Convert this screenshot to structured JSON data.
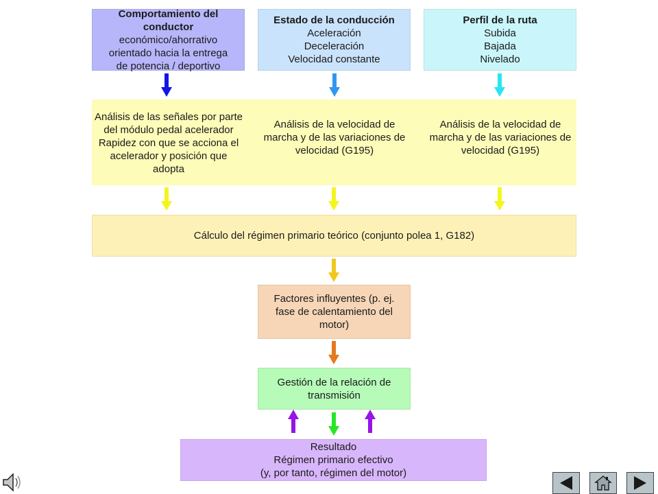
{
  "colors": {
    "driver_box": "#b7b6fb",
    "state_box": "#cae3fc",
    "route_box": "#caf6fb",
    "analysis_box": "#fdfcb8",
    "calc_box": "#fdf1b8",
    "factors_box": "#f6d6b7",
    "gestion_box": "#b6fbb8",
    "result_box": "#d8b6fb",
    "arrow_blue_dark": "#1414e6",
    "arrow_blue": "#3296f0",
    "arrow_cyan": "#28e6f0",
    "arrow_yellow": "#f5f51e",
    "arrow_gold": "#f0c81e",
    "arrow_orange": "#e6781e",
    "arrow_green": "#28e628",
    "arrow_purple": "#9614e6"
  },
  "boxes": {
    "driver": {
      "title": "Comportamiento del conductor",
      "lines": [
        "económico/ahorrativo",
        "orientado hacia la entrega",
        "de potencia / deportivo"
      ]
    },
    "state": {
      "title": "Estado de la conducción",
      "lines": [
        "Aceleración",
        "Deceleración",
        "Velocidad constante"
      ]
    },
    "route": {
      "title": "Perfil de la ruta",
      "lines": [
        "Subida",
        "Bajada",
        "Nivelado"
      ]
    },
    "analysis": {
      "left": "Análisis de las señales por parte del módulo pedal acelerador",
      "left2": "Rapidez con que se acciona el acelerador y posición que adopta",
      "middle": "Análisis de la velocidad de marcha y de las variaciones de velocidad (G195)",
      "right": "Análisis de la velocidad de marcha y de las variaciones de velocidad (G195)"
    },
    "calc": "Cálculo del régimen primario teórico (conjunto polea 1, G182)",
    "factors": "Factores influyentes (p. ej. fase de calentamiento del motor)",
    "gestion": "Gestión de la relación de transmisión",
    "result": {
      "lines": [
        "Resultado",
        "Régimen primario efectivo",
        "(y, por tanto, régimen del motor)"
      ]
    }
  },
  "nav": {
    "icons": [
      "speaker-icon",
      "previous-arrow-icon",
      "home-icon",
      "next-arrow-icon"
    ]
  }
}
